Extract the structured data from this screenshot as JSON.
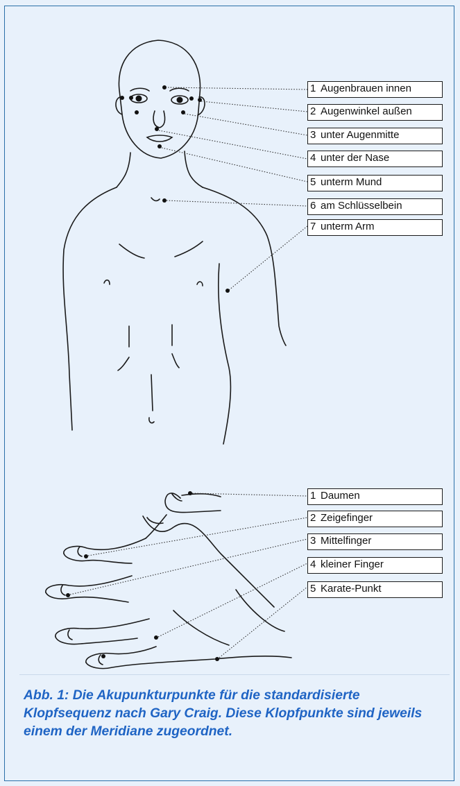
{
  "body_labels": [
    {
      "num": "1",
      "text": "Augenbrauen innen"
    },
    {
      "num": "2",
      "text": "Augenwinkel außen"
    },
    {
      "num": "3",
      "text": "unter Augenmitte"
    },
    {
      "num": "4",
      "text": "unter der Nase"
    },
    {
      "num": "5",
      "text": "unterm Mund"
    },
    {
      "num": "6",
      "text": "am Schlüsselbein"
    },
    {
      "num": "7",
      "text": "unterm Arm"
    }
  ],
  "hand_labels": [
    {
      "num": "1",
      "text": "Daumen"
    },
    {
      "num": "2",
      "text": "Zeigefinger"
    },
    {
      "num": "3",
      "text": "Mittelfinger"
    },
    {
      "num": "4",
      "text": "kleiner Finger"
    },
    {
      "num": "5",
      "text": "Karate-Punkt"
    }
  ],
  "caption": "Abb. 1: Die Akupunkturpunkte für die standardisierte Klopfsequenz nach Gary Craig. Diese Klopfpunkte sind jeweils einem der Meridiane zugeordnet.",
  "colors": {
    "background": "#e8f1fb",
    "caption": "#1f64c4",
    "border": "#2a6fa8"
  }
}
